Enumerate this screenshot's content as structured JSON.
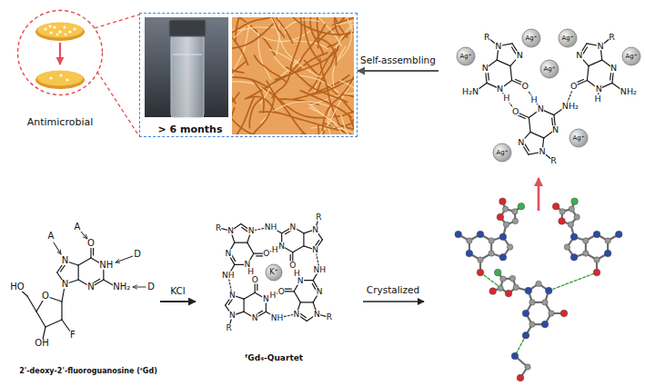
{
  "diagram": {
    "nodes": [
      {
        "text": [
          "Antimicrobial"
        ]
      },
      {
        "text": [
          "> 6 months"
        ]
      },
      {
        "text": [
          "2'-deoxy-2'-fluoroguanosine (ᶠGd)",
          "A",
          "A",
          "D",
          "D",
          "N",
          "N",
          "N",
          "NH",
          "NH₂",
          "O",
          "O",
          "HO",
          "OH",
          "F"
        ]
      },
      {
        "text": [
          "ᶠGd₄-Quartet",
          "K⁺",
          "O",
          "N",
          "H",
          "N",
          "N",
          "N",
          "NH",
          "R",
          "O",
          "N",
          "H",
          "N",
          "N",
          "N",
          "NH",
          "R",
          "O",
          "N",
          "H",
          "N",
          "N",
          "N",
          "NH",
          "R",
          "O",
          "N",
          "H",
          "N",
          "N",
          "N",
          "NH",
          "R"
        ]
      },
      {
        "text": [
          "R",
          "N",
          "N",
          "N",
          "N",
          "H",
          "O",
          "H₂N",
          "R",
          "N",
          "N",
          "N",
          "N",
          "H",
          "O",
          "NH₂",
          "R",
          "N",
          "N",
          "N",
          "N",
          "H",
          "O",
          "NH₂",
          "Ag⁺",
          "Ag⁺",
          "Ag⁺",
          "Ag⁺",
          "Ag⁺",
          "Ag⁺",
          "Ag⁺"
        ]
      }
    ],
    "edges": [
      {
        "from": 4,
        "to": 1,
        "arrow": "to",
        "label": "Self-assembling"
      },
      {
        "from": 2,
        "to": 3,
        "arrow": "to",
        "label": "KCl"
      }
    ],
    "labels": [
      "Crystalized"
    ]
  }
}
